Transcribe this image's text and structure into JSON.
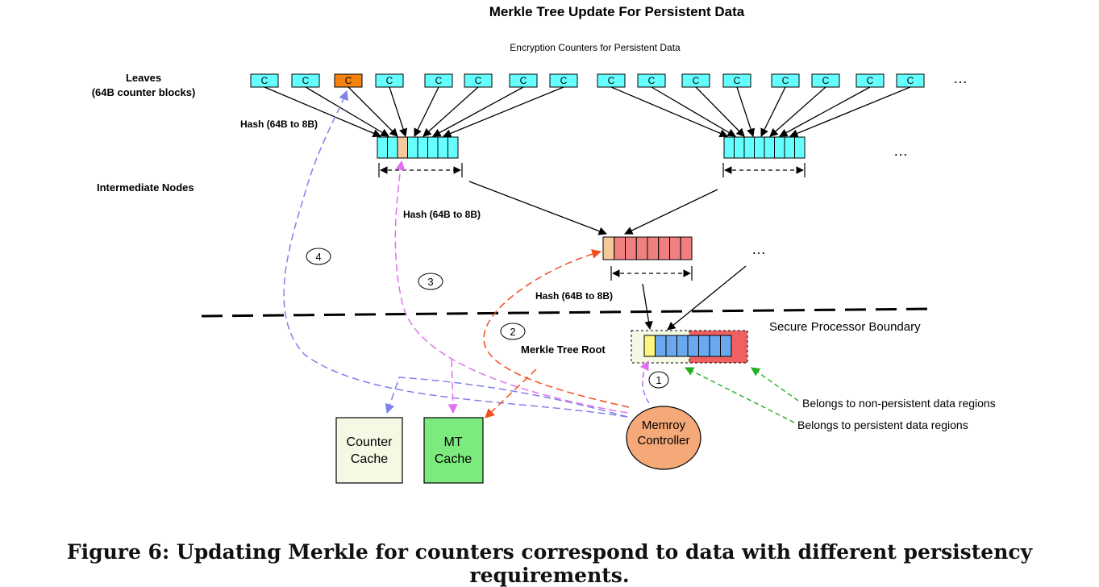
{
  "title": "Merkle Tree Update For Persistent Data",
  "counters_header": "Encryption Counters for Persistent Data",
  "labels": {
    "leaves_line1": "Leaves",
    "leaves_line2": "(64B counter blocks)",
    "hash_leaves": "Hash (64B to 8B)",
    "intermediate_nodes": "Intermediate Nodes",
    "hash_mid": "Hash (64B to 8B)",
    "hash_root": "Hash (64B to 8B)",
    "merkle_root": "Merkle Tree Root",
    "secure_boundary": "Secure Processor Boundary",
    "non_persistent": "Belongs to non-persistent data regions",
    "persistent": "Belongs to persistent data regions",
    "ellipsis": "…"
  },
  "counter_label": "C",
  "steps": [
    "1",
    "2",
    "3",
    "4"
  ],
  "boxes": {
    "counter_cache_line1": "Counter",
    "counter_cache_line2": "Cache",
    "mt_cache_line1": "MT",
    "mt_cache_line2": "Cache",
    "memctrl_line1": "Memroy",
    "memctrl_line2": "Controller"
  },
  "caption": "Figure 6: Updating Merkle for counters correspond to data with different persistency requirements.",
  "colors": {
    "counter": "#66ffff",
    "counter_updated": "#f5820f",
    "hash_slot_updated": "#f5c99a",
    "intermediate_red": "#f08080",
    "root_blue": "#6aa8f0",
    "root_yellow": "#fff480",
    "root_red": "#f06060",
    "counter_cache_fill": "#f4f9e4",
    "mt_cache_fill": "#7dea7d",
    "memctrl_fill": "#f5a878",
    "arrow_purple": "#8080ee",
    "arrow_magenta": "#e070f0",
    "arrow_red": "#f05020",
    "arrow_green": "#20b020"
  }
}
